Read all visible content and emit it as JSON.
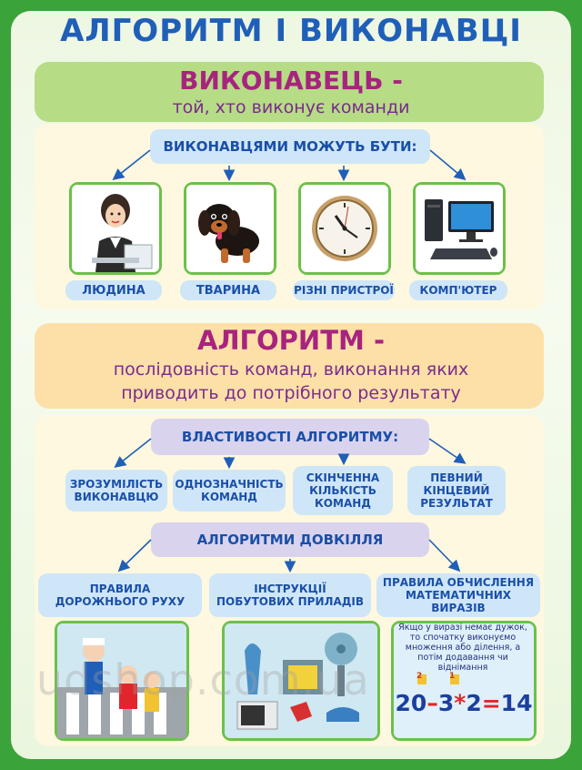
{
  "title": "АЛГОРИТМ І ВИКОНАВЦІ",
  "executor": {
    "heading": "ВИКОНАВЕЦЬ -",
    "definition": "той, хто виконує команди",
    "can_be": "ВИКОНАВЦЯМИ МОЖУТЬ БУТИ:",
    "items": [
      {
        "label": "ЛЮДИНА",
        "icon": "person-icon"
      },
      {
        "label": "ТВАРИНА",
        "icon": "dog-icon"
      },
      {
        "label": "РІЗНІ ПРИСТРОЇ",
        "icon": "clock-icon"
      },
      {
        "label": "КОМП'ЮТЕР",
        "icon": "computer-icon"
      }
    ]
  },
  "algorithm": {
    "heading": "АЛГОРИТМ -",
    "definition_line1": "послідовність команд, виконання яких",
    "definition_line2": "приводить до потрібного результату",
    "properties_heading": "ВЛАСТИВОСТІ АЛГОРИТМУ:",
    "properties": [
      {
        "line1": "ЗРОЗУМІЛІСТЬ",
        "line2": "ВИКОНАВЦЮ",
        "line3": ""
      },
      {
        "line1": "ОДНОЗНАЧНІСТЬ",
        "line2": "КОМАНД",
        "line3": ""
      },
      {
        "line1": "СКІНЧЕННА",
        "line2": "КІЛЬКІСТЬ",
        "line3": "КОМАНД"
      },
      {
        "line1": "ПЕВНИЙ",
        "line2": "КІНЦЕВИЙ",
        "line3": "РЕЗУЛЬТАТ"
      }
    ],
    "environment_heading": "АЛГОРИТМИ ДОВКІЛЛЯ",
    "environment": [
      {
        "line1": "ПРАВИЛА",
        "line2": "ДОРОЖНЬОГО РУХУ",
        "icon": "road-crossing-icon"
      },
      {
        "line1": "ІНСТРУКЦІЇ",
        "line2": "ПОБУТОВИХ ПРИЛАДІВ",
        "icon": "appliances-icon"
      },
      {
        "line1": "ПРАВИЛА ОБЧИСЛЕННЯ",
        "line2": "МАТЕМАТИЧНИХ ВИРАЗІВ",
        "icon": "math-icon"
      }
    ],
    "math_note": "Якщо у виразі немає дужок, то спочатку виконуємо множення або ділення, а потім додавання чи віднімання",
    "math_order": [
      "2",
      "1"
    ],
    "equation": {
      "a": "20",
      "op1": "–",
      "b": "3",
      "op2": "*",
      "c": "2",
      "op3": "=",
      "d": "14"
    }
  },
  "watermark": "udshop.com.ua",
  "colors": {
    "frame": "#3aa33a",
    "title": "#1f5fb8",
    "heading": "#a8237e",
    "pill": "#cfe6f8",
    "pill_text": "#1a4fa8"
  }
}
